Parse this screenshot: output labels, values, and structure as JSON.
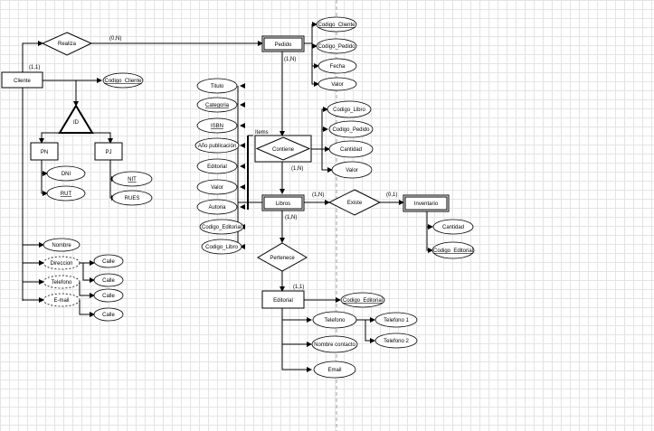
{
  "entities": {
    "cliente": "Cliente",
    "pn": "PN",
    "pj": "PJ",
    "pedido": "Pedido",
    "libros": "Libros",
    "inventario": "Inventario",
    "editorial": "Editorial"
  },
  "relationships": {
    "realiza": "Realiza",
    "contiene": "Contiene",
    "existe": "Existe",
    "pertenece": "Pertenece"
  },
  "isa_label": "ID",
  "attributes": {
    "cliente_codigo": "Codigo_Cliente",
    "dni": "DNI",
    "rut": "RUT",
    "nit": "NIT",
    "rues": "RUES",
    "nombre": "Nombre",
    "direccion": "Direccion",
    "telefono_cliente": "Telefono",
    "email_cliente": "E-mail",
    "calle_1": "Calle",
    "calle_2": "Calle",
    "calle_3": "Calle",
    "calle_4": "Calle",
    "pedido_codigo_cliente": "Codigo_Cliente",
    "pedido_codigo_pedido": "Codigo_Pedido",
    "pedido_fecha": "Fecha",
    "pedido_valor": "Valor",
    "contiene_codigo_libro": "Codigo_Libro",
    "contiene_codigo_pedido": "Codigo_Pedido",
    "contiene_cantidad": "Cantidad",
    "contiene_valor": "Valor",
    "titulo": "Titulo",
    "categoria": "Categoria",
    "isbn": "ISBN",
    "anio": "Año publicación",
    "libro_editorial": "Editorial",
    "libro_valor": "Valor",
    "autoria": "Autoria",
    "libro_codigo_editorial": "Codigo_Editorial",
    "libro_codigo_libro": "Codigo_Libro",
    "inv_cantidad": "Cantidad",
    "inv_codigo_editorial": "Codigo_Editorial",
    "ed_codigo": "Codigo_Editorial",
    "ed_telefono": "Telefono",
    "ed_telefono_1": "Telefono 1",
    "ed_telefono_2": "Telefono 2",
    "ed_nombre_contacto": "Nombre contacto",
    "ed_email": "Email"
  },
  "cardinalities": {
    "cliente_realiza": "(1,1)",
    "realiza_pedido": "(0,N)",
    "pedido_contiene": "(1,N)",
    "contiene_libros": "(1,N)",
    "libros_existe": "(1,N)",
    "existe_inventario": "(0,1)",
    "libros_pertenece": "(1,N)",
    "pertenece_editorial": "(1,1)"
  },
  "notes": {
    "items": "Items"
  }
}
